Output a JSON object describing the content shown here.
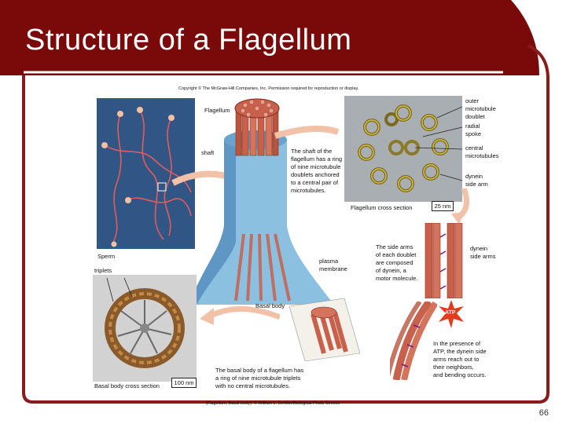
{
  "slide": {
    "title": "Structure of a Flagellum",
    "page_number": "66",
    "copyright": "Copyright © The McGraw-Hill Companies, Inc. Permission required for reproduction or display.",
    "credit": "(Flagellum, Basal body): © William L. Dentler/Biological Photo Service"
  },
  "labels": {
    "flagellum": "Flagellum",
    "shaft": "shaft",
    "shaft_desc": [
      "The shaft of the",
      "flagellum has a ring",
      "of nine microtubule",
      "doublets anchored",
      "to a central pair of",
      "microtubules."
    ],
    "sperm": "Sperm",
    "triplets": "triplets",
    "plasma_membrane": [
      "plasma",
      "membrane"
    ],
    "basal_body": "Basal body",
    "basal_body_desc": [
      "The basal body of a flagellum has",
      "a ring of nine microtubule triplets",
      "with no central microtubules."
    ],
    "basal_cross_section": "Basal body cross section",
    "basal_scale": "100 nm",
    "outer_doublet": [
      "outer",
      "microtubule",
      "doublet"
    ],
    "radial_spoke": [
      "radial",
      "spoke"
    ],
    "central_microtubules": [
      "central",
      "microtubules"
    ],
    "dynein_side_arm": [
      "dynein",
      "side arm"
    ],
    "flagellum_cross_section": "Flagellum cross section",
    "flagellum_scale": "25 nm",
    "side_arms_desc": [
      "The side arms",
      "of each doublet",
      "are composed",
      "of dynein, a",
      "motor molecule."
    ],
    "dynein_side_arms": [
      "dynein",
      "side arms"
    ],
    "atp": "ATP",
    "atp_desc": [
      "In the presence of",
      "ATP, the dynein side",
      "arms reach out to",
      "their neighbors,",
      "and bending occurs."
    ]
  },
  "colors": {
    "banner": "#7a0a0a",
    "frame": "#8b1a1a",
    "membrane": "#7fb6dc",
    "microtubule": "#c8614b",
    "atp": "#e23b1e"
  }
}
